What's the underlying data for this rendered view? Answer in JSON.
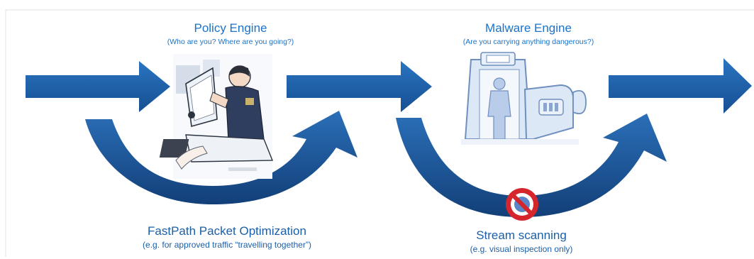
{
  "policy_engine": {
    "title": "Policy Engine",
    "subtitle": "(Who are you? Where are you going?)",
    "icon": "airport-security-officer-illustration"
  },
  "malware_engine": {
    "title": "Malware Engine",
    "subtitle": "(Are you carrying anything dangerous?)",
    "icon": "body-scanner-illustration"
  },
  "fastpath": {
    "title": "FastPath Packet Optimization",
    "subtitle": "(e.g. for approved traffic “travelling together”)"
  },
  "stream_scanning": {
    "title": "Stream scanning",
    "subtitle": "(e.g. visual inspection only)",
    "icon": "prohibited-icon"
  },
  "colors": {
    "arrow_blue": "#1f5fa9",
    "title_blue": "#1a73c8",
    "prohibited_red": "#d6262d"
  }
}
